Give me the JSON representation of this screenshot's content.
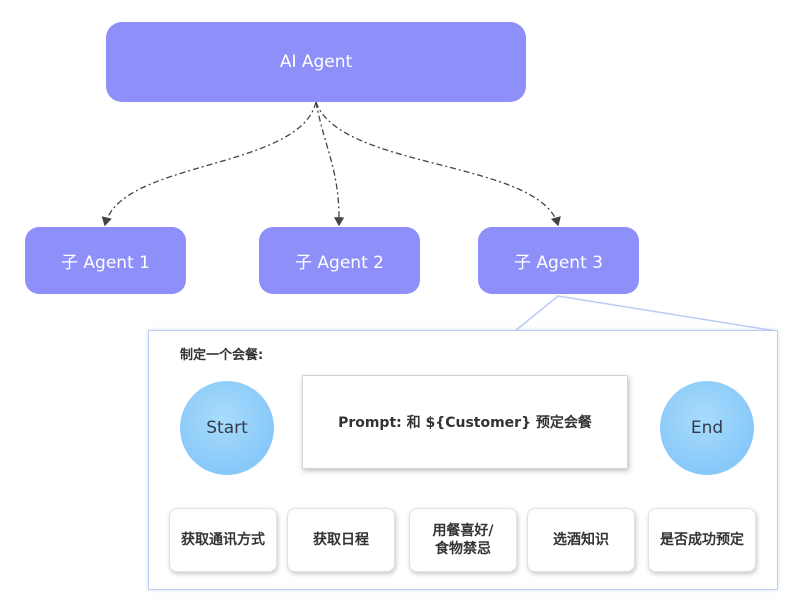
{
  "diagram": {
    "root": {
      "label": "AI Agent"
    },
    "sub_agents": [
      {
        "label": "子 Agent 1"
      },
      {
        "label": "子 Agent 2"
      },
      {
        "label": "子 Agent 3"
      }
    ],
    "detail_panel": {
      "title": "制定一个会餐:",
      "start": {
        "label": "Start"
      },
      "prompt": {
        "label": "Prompt: 和 ${Customer} 预定会餐"
      },
      "end": {
        "label": "End"
      },
      "tasks": [
        {
          "label": "获取通讯方式"
        },
        {
          "label": "获取日程"
        },
        {
          "label": "用餐喜好/\n食物禁忌"
        },
        {
          "label": "选酒知识"
        },
        {
          "label": "是否成功预定"
        }
      ]
    },
    "colors": {
      "agent_node": "#8f8ffa",
      "circle_node": "#8ccbfa",
      "panel_border": "#b9cdf3",
      "arrow": "#4aa3e8",
      "connector": "#444444"
    }
  }
}
